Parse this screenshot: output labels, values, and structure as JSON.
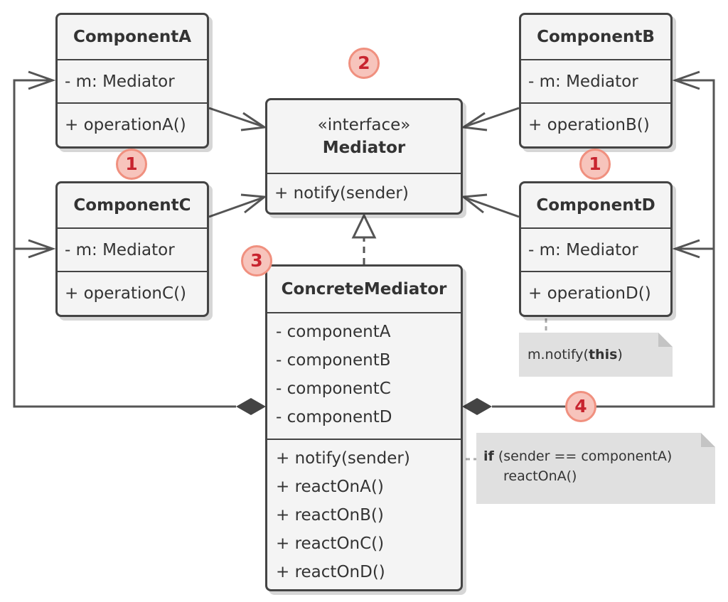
{
  "components": {
    "a": {
      "name": "ComponentA",
      "field": "- m: Mediator",
      "method": "+ operationA()"
    },
    "b": {
      "name": "ComponentB",
      "field": "- m: Mediator",
      "method": "+ operationB()"
    },
    "c": {
      "name": "ComponentC",
      "field": "- m: Mediator",
      "method": "+ operationC()"
    },
    "d": {
      "name": "ComponentD",
      "field": "- m: Mediator",
      "method": "+ operationD()"
    }
  },
  "mediator": {
    "stereotype": "«interface»",
    "name": "Mediator",
    "method": "+ notify(sender)"
  },
  "concrete": {
    "name": "ConcreteMediator",
    "fields": [
      "- componentA",
      "- componentB",
      "- componentC",
      "- componentD"
    ],
    "methods": [
      "+ notify(sender)",
      "+ reactOnA()",
      "+ reactOnB()",
      "+ reactOnC()",
      "+ reactOnD()"
    ]
  },
  "badges": {
    "left_one": "1",
    "right_one": "1",
    "two": "2",
    "three": "3",
    "four": "4"
  },
  "notes": {
    "notify_prefix": "m.notify(",
    "notify_keyword": "this",
    "notify_suffix": ")",
    "if_keyword": "if",
    "if_condition": " (sender == componentA)",
    "if_body": "reactOnA()"
  },
  "colors": {
    "line": "#555555",
    "box_fill": "#f4f4f4",
    "badge_fill": "#f7c4bc",
    "badge_text": "#c8242f",
    "note_fill": "#e0e0e0"
  }
}
